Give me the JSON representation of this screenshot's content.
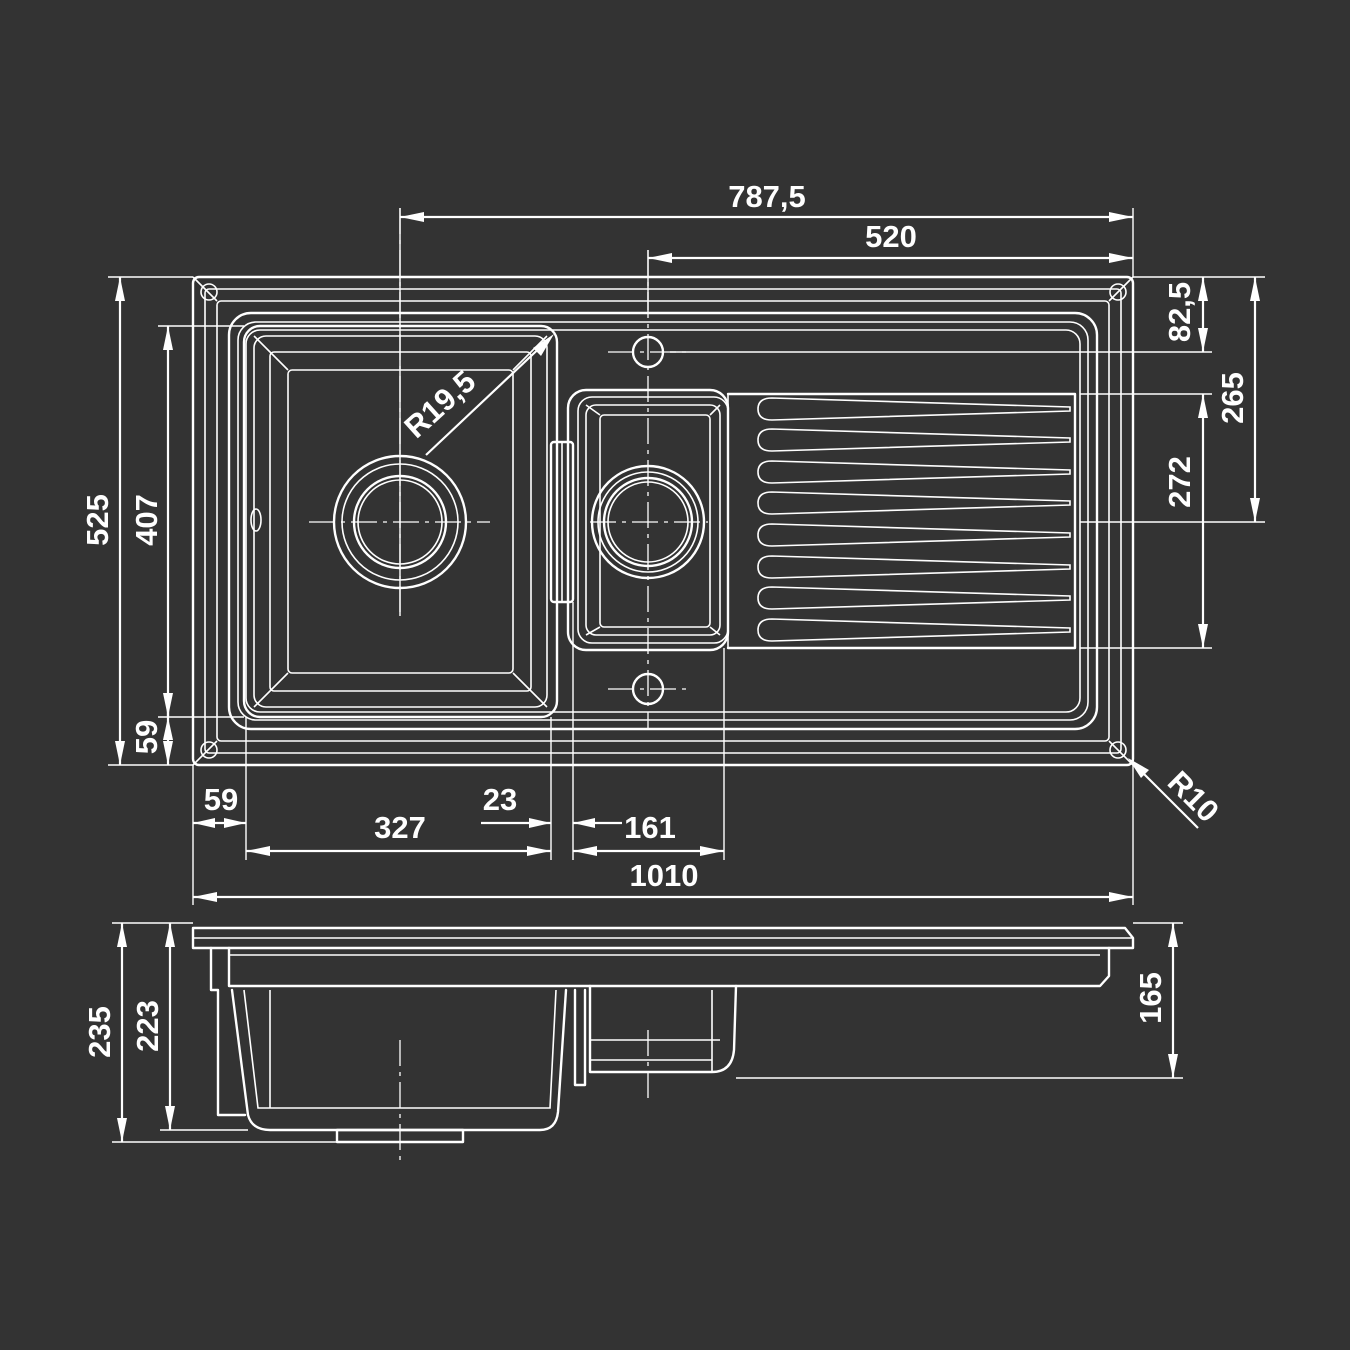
{
  "colors": {
    "background": "#333333",
    "lines": "#ffffff"
  },
  "dimensions": {
    "overall_width": "1010",
    "overall_depth": "525",
    "waste_to_edge": "787,5",
    "bowl_waste_spacing": "520",
    "bowl_length": "407",
    "front_margin": "59",
    "side_margin": "59",
    "bowl_width": "327",
    "divider_width": "23",
    "half_bowl_width": "161",
    "corner_radius_bowl": "R19,5",
    "corner_radius_outer": "R10",
    "tap_hole_offset": "82,5",
    "tap_to_center": "265",
    "drainer_width": "272",
    "total_height": "235",
    "bowl_depth": "223",
    "half_bowl_depth": "165"
  }
}
